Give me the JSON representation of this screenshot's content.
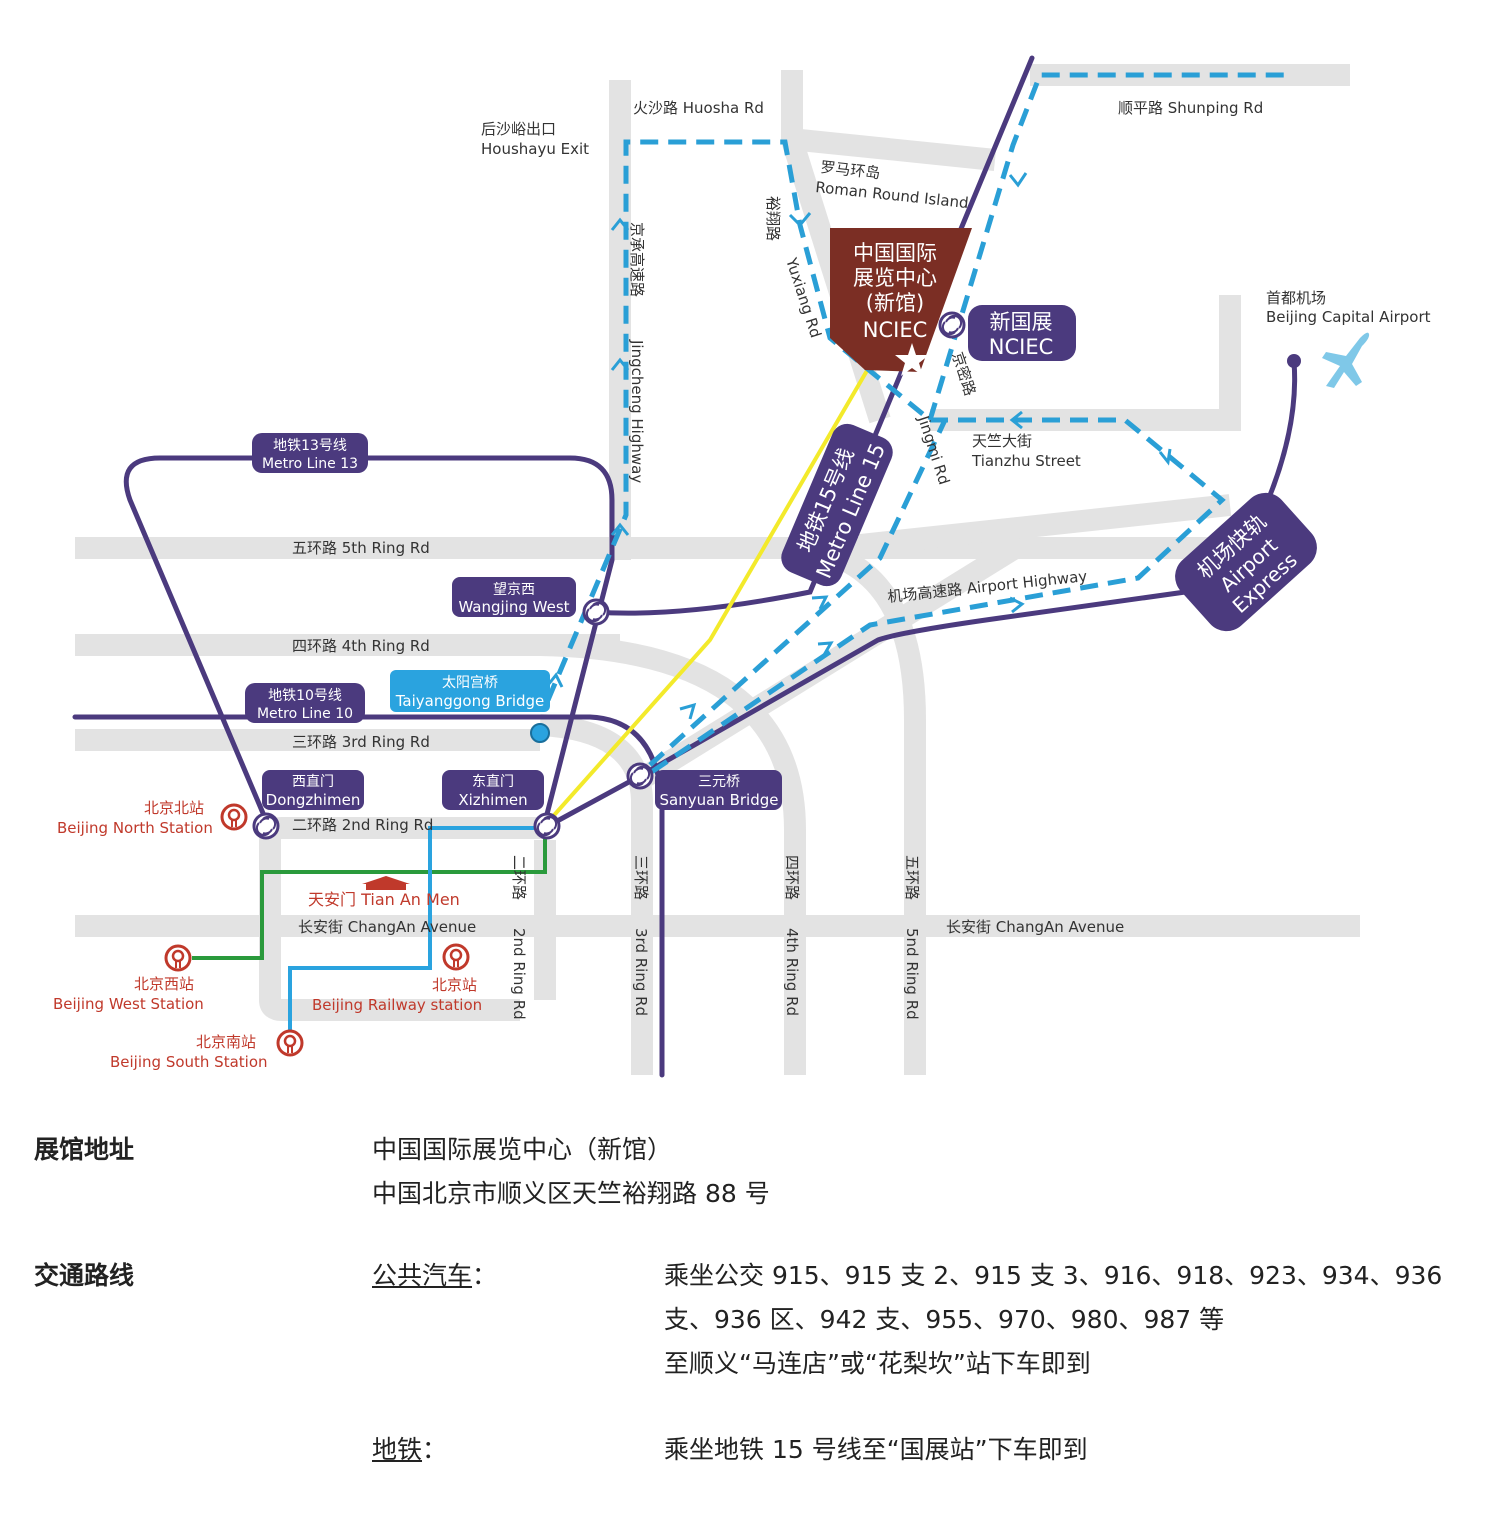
{
  "colors": {
    "road": "#e3e3e3",
    "metro": "#4b3a7e",
    "dashed_route": "#2a9fd6",
    "yellow_route": "#f3ea2b",
    "green_route": "#2a9a3c",
    "blue_route": "#2aa3df",
    "venue": "#7b2e24",
    "station_red": "#c0392b"
  },
  "map": {
    "roads": {
      "huosha": "火沙路 Huosha Rd",
      "houshayu_cn": "后沙峪出口",
      "houshayu_en": "Houshayu Exit",
      "shunping": "顺平路 Shunping Rd",
      "roman_cn": "罗马环岛",
      "roman_en": "Roman Round Island",
      "yuxiang_cn": "裕翔路",
      "yuxiang_en": "Yuxiang Rd",
      "jingcheng_cn": "京承高速路",
      "jingcheng_en": "Jingcheng Highway",
      "jingmi_cn": "京密路",
      "jingmi_en": "Jingmi Rd",
      "tianzhu_cn": "天竺大街",
      "tianzhu_en": "Tianzhu Street",
      "airport_hwy": "机场高速路 Airport Highway",
      "ring5": "五环路 5th Ring Rd",
      "ring4": "四环路 4th Ring Rd",
      "ring3": "三环路 3rd Ring Rd",
      "ring2": "二环路 2nd Ring Rd",
      "changan_w": "长安街 ChangAn Avenue",
      "changan_e": "长安街 ChangAn Avenue",
      "v_ring2_cn": "二环路",
      "v_ring2_en": "2nd Ring Rd",
      "v_ring3_cn": "三环路",
      "v_ring3_en": "3rd Ring Rd",
      "v_ring4_cn": "四环路",
      "v_ring4_en": "4th Ring Rd",
      "v_ring5_cn": "五环路",
      "v_ring5_en": "5nd Ring Rd"
    },
    "venue": {
      "cn1": "中国国际",
      "cn2": "展览中心",
      "cn3": "(新馆)",
      "en": "NCIEC"
    },
    "badges": {
      "nciec_cn": "新国展",
      "nciec_en": "NCIEC",
      "line13_cn": "地铁13号线",
      "line13_en": "Metro Line 13",
      "line15_cn": "地铁15号线",
      "line15_en": "Metro Line 15",
      "wangjing_cn": "望京西",
      "wangjing_en": "Wangjing West",
      "taiyang_cn": "太阳宫桥",
      "taiyang_en": "Taiyanggong Bridge",
      "line10_cn": "地铁10号线",
      "line10_en": "Metro Line 10",
      "dongzhimen_cn": "西直门",
      "dongzhimen_en": "Dongzhimen",
      "xizhimen_cn": "东直门",
      "xizhimen_en": "Xizhimen",
      "sanyuan_cn": "三元桥",
      "sanyuan_en": "Sanyuan Bridge",
      "express_cn": "机场快轨",
      "express_en1": "Airport",
      "express_en2": "Express"
    },
    "places": {
      "airport_cn": "首都机场",
      "airport_en": "Beijing Capital Airport",
      "north_cn": "北京北站",
      "north_en": "Beijing North Station",
      "tiananmen": "天安门 Tian An Men",
      "west_cn": "北京西站",
      "west_en": "Beijing West Station",
      "railway_cn": "北京站",
      "railway_en": "Beijing Railway station",
      "south_cn": "北京南站",
      "south_en": "Beijing South Station"
    }
  },
  "info": {
    "address_label": "展馆地址",
    "address_line1": "中国国际展览中心（新馆）",
    "address_line2": "中国北京市顺义区天竺裕翔路 88 号",
    "transport_label": "交通路线",
    "bus_label": "公共汽车",
    "bus_line1": "乘坐公交 915、915 支 2、915 支 3、916、918、923、934、936",
    "bus_line2": "支、936 区、942 支、955、970、980、987 等",
    "bus_line3": "至顺义“马连店”或“花梨坎”站下车即到",
    "subway_label": "地铁",
    "subway_text": "乘坐地铁 15 号线至“国展站”下车即到"
  }
}
